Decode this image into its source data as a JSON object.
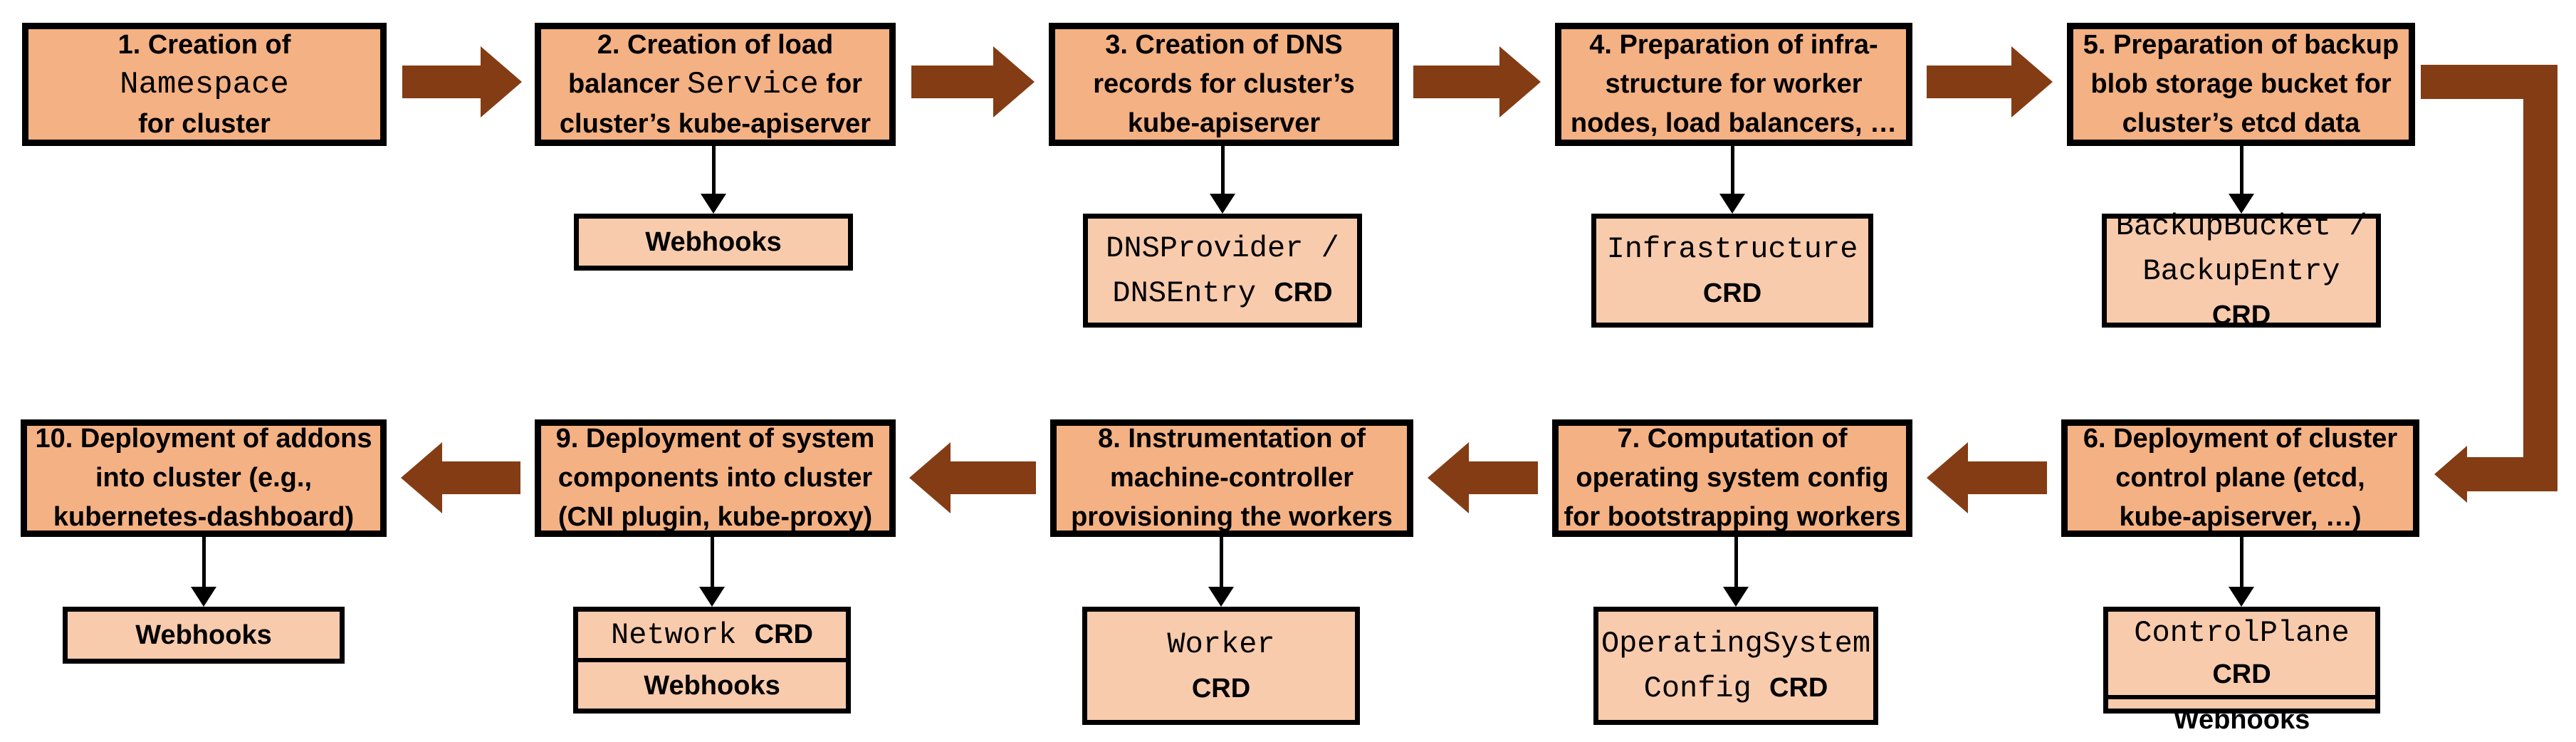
{
  "diagram": {
    "colors": {
      "background": "#FFFFFF",
      "main_box_fill": "#F4B183",
      "sub_box_fill": "#F8CBAD",
      "box_border": "#000000",
      "flow_arrow": "#843C14",
      "connector_arrow": "#000000",
      "text": "#000000"
    },
    "steps": [
      {
        "id": 1,
        "row": "top",
        "segments": [
          {
            "t": "1. Creation of"
          },
          {
            "br": true
          },
          {
            "t": "Namespace",
            "mono": true
          },
          {
            "br": true
          },
          {
            "t": "for cluster"
          }
        ],
        "subs": []
      },
      {
        "id": 2,
        "row": "top",
        "segments": [
          {
            "t": "2. Creation of load"
          },
          {
            "br": true
          },
          {
            "t": "balancer "
          },
          {
            "t": "Service",
            "mono": true
          },
          {
            "t": " for"
          },
          {
            "br": true
          },
          {
            "t": "cluster’s kube-apiserver"
          }
        ],
        "subs": [
          {
            "kind": "single",
            "name": "webhooks",
            "segments": [
              {
                "t": "Webhooks"
              }
            ]
          }
        ]
      },
      {
        "id": 3,
        "row": "top",
        "segments": [
          {
            "t": "3. Creation of DNS"
          },
          {
            "br": true
          },
          {
            "t": "records for cluster’s"
          },
          {
            "br": true
          },
          {
            "t": "kube-apiserver"
          }
        ],
        "subs": [
          {
            "kind": "single",
            "name": "dnsprovider-dnsentry-crd",
            "segments": [
              {
                "t": "DNSProvider /",
                "mono": true
              },
              {
                "br": true
              },
              {
                "t": "DNSEntry ",
                "mono": true
              },
              {
                "t": "CRD"
              }
            ]
          }
        ]
      },
      {
        "id": 4,
        "row": "top",
        "segments": [
          {
            "t": "4. Preparation of infra-"
          },
          {
            "br": true
          },
          {
            "t": "structure for worker"
          },
          {
            "br": true
          },
          {
            "t": "nodes, load balancers, …"
          }
        ],
        "subs": [
          {
            "kind": "single",
            "name": "infrastructure-crd",
            "segments": [
              {
                "t": "Infrastructure",
                "mono": true
              },
              {
                "br": true
              },
              {
                "t": "CRD"
              }
            ]
          }
        ]
      },
      {
        "id": 5,
        "row": "top",
        "segments": [
          {
            "t": "5. Preparation of backup"
          },
          {
            "br": true
          },
          {
            "t": "blob storage bucket for"
          },
          {
            "br": true
          },
          {
            "t": "cluster’s etcd data"
          }
        ],
        "subs": [
          {
            "kind": "single",
            "name": "backupbucket-backupentry-crd",
            "segments": [
              {
                "t": "BackupBucket /",
                "mono": true
              },
              {
                "br": true
              },
              {
                "t": "BackupEntry ",
                "mono": true
              },
              {
                "t": "CRD"
              }
            ]
          }
        ]
      },
      {
        "id": 6,
        "row": "bottom",
        "segments": [
          {
            "t": "6. Deployment of cluster"
          },
          {
            "br": true
          },
          {
            "t": "control plane (etcd,"
          },
          {
            "br": true
          },
          {
            "t": "kube-apiserver, …)"
          }
        ],
        "subs": [
          {
            "kind": "stack",
            "name": "controlplane-crd-webhooks",
            "rows": [
              [
                {
                  "t": "ControlPlane ",
                  "mono": true
                },
                {
                  "t": "CRD"
                }
              ],
              [
                {
                  "t": "Webhooks"
                }
              ]
            ]
          }
        ]
      },
      {
        "id": 7,
        "row": "bottom",
        "segments": [
          {
            "t": "7. Computation of"
          },
          {
            "br": true
          },
          {
            "t": "operating system config"
          },
          {
            "br": true
          },
          {
            "t": "for bootstrapping workers"
          }
        ],
        "subs": [
          {
            "kind": "single",
            "name": "operatingsystemconfig-crd",
            "segments": [
              {
                "t": "OperatingSystem",
                "mono": true
              },
              {
                "br": true
              },
              {
                "t": "Config ",
                "mono": true
              },
              {
                "t": "CRD"
              }
            ]
          }
        ]
      },
      {
        "id": 8,
        "row": "bottom",
        "segments": [
          {
            "t": "8. Instrumentation of"
          },
          {
            "br": true
          },
          {
            "t": "machine-controller"
          },
          {
            "br": true
          },
          {
            "t": "provisioning the workers"
          }
        ],
        "subs": [
          {
            "kind": "single",
            "name": "worker-crd",
            "segments": [
              {
                "t": "Worker",
                "mono": true
              },
              {
                "br": true
              },
              {
                "t": "CRD"
              }
            ]
          }
        ]
      },
      {
        "id": 9,
        "row": "bottom",
        "segments": [
          {
            "t": "9. Deployment of system"
          },
          {
            "br": true
          },
          {
            "t": "components into cluster"
          },
          {
            "br": true
          },
          {
            "t": "(CNI plugin, kube-proxy)"
          }
        ],
        "subs": [
          {
            "kind": "stack",
            "name": "network-crd-webhooks",
            "rows": [
              [
                {
                  "t": "Network ",
                  "mono": true
                },
                {
                  "t": "CRD"
                }
              ],
              [
                {
                  "t": "Webhooks"
                }
              ]
            ]
          }
        ]
      },
      {
        "id": 10,
        "row": "bottom",
        "segments": [
          {
            "t": "10. Deployment of addons"
          },
          {
            "br": true
          },
          {
            "t": "into cluster (e.g.,"
          },
          {
            "br": true
          },
          {
            "t": "kubernetes-dashboard)"
          }
        ],
        "subs": [
          {
            "kind": "single",
            "name": "webhooks",
            "segments": [
              {
                "t": "Webhooks"
              }
            ]
          }
        ]
      }
    ],
    "flow": {
      "top_row_order": [
        1,
        2,
        3,
        4,
        5
      ],
      "bottom_row_order": [
        6,
        7,
        8,
        9,
        10
      ],
      "wrap_connection": {
        "from": 5,
        "to": 6
      }
    }
  }
}
